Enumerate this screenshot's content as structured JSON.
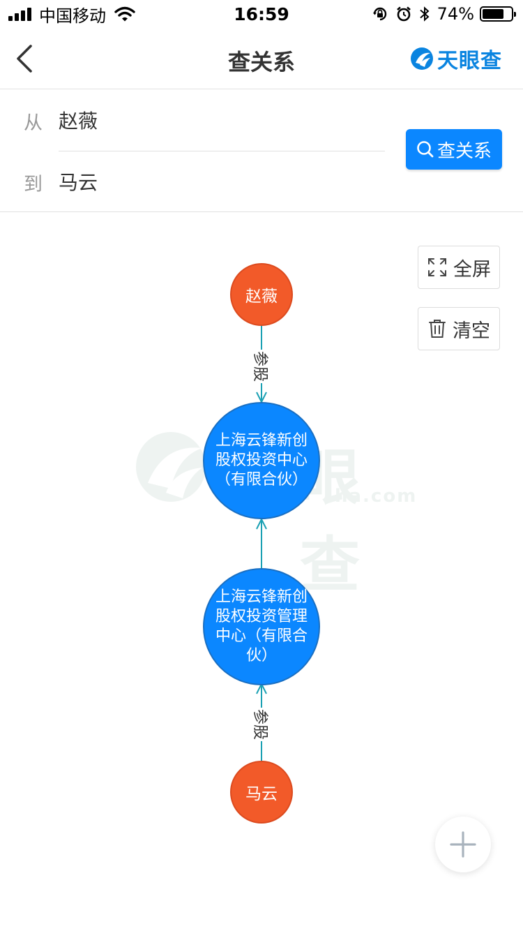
{
  "status_bar": {
    "carrier": "中国移动",
    "time": "16:59",
    "battery": "74%",
    "battery_level": 0.74
  },
  "nav": {
    "title": "查关系",
    "brand": "天眼查"
  },
  "search": {
    "from_label": "从",
    "from_value": "赵薇",
    "to_label": "到",
    "to_value": "马云",
    "button_label": "查关系"
  },
  "controls": {
    "fullscreen_label": "全屏",
    "clear_label": "清空"
  },
  "watermark": {
    "text": "眼查",
    "domain": "ha.com"
  },
  "graph": {
    "nodes": {
      "zhao_wei": "赵薇",
      "company_1": "上海云锋新创股权投资中心（有限合伙）",
      "company_2": "上海云锋新创股权投资管理中心（有限合伙）",
      "ma_yun": "马云"
    },
    "edges": {
      "edge_1": "参股",
      "edge_2": "参股"
    }
  },
  "colors": {
    "person_node": "#f25a29",
    "company_node": "#0b87ff",
    "edge": "#1aa0b3",
    "accent": "#0b87ff"
  }
}
